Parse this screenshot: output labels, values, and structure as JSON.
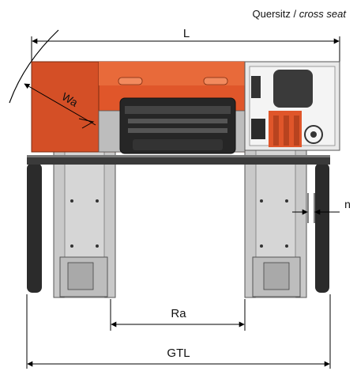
{
  "header": {
    "label_de": "Quersitz",
    "separator": " / ",
    "label_en": "cross seat"
  },
  "dimensions": {
    "length": "L",
    "turning_radius": "Wa",
    "fork_spread": "n",
    "outer_track": "Ra",
    "overall_track_width": "GTL"
  },
  "colors": {
    "body_orange": "#e0562a",
    "body_shadow": "#b8431f",
    "mast_gray": "#c9c9c9",
    "fork_dark": "#2b2b2b",
    "dim_line": "#000000"
  }
}
